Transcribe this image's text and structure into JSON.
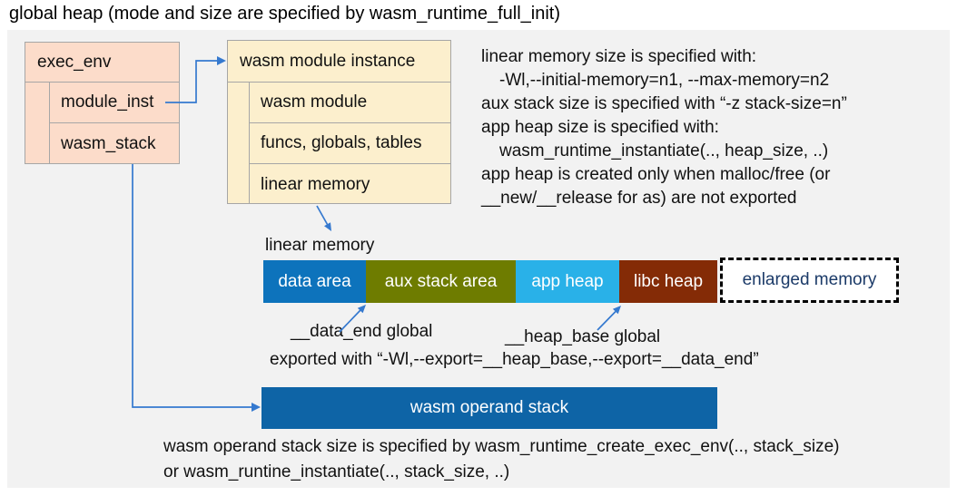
{
  "title": "global heap (mode and size are specified by wasm_runtime_full_init)",
  "exec_env": {
    "header": "exec_env",
    "rows": [
      "module_inst",
      "wasm_stack"
    ]
  },
  "module_instance": {
    "header": "wasm module instance",
    "rows": [
      "wasm module",
      "funcs, globals, tables",
      "linear memory"
    ]
  },
  "notes": {
    "lines": [
      "linear memory size is specified with:",
      "-Wl,--initial-memory=n1, --max-memory=n2",
      "aux stack size is specified with “-z stack-size=n”",
      "app heap size is specified with:",
      "wasm_runtime_instantiate(.., heap_size, ..)",
      "app heap is created only when malloc/free (or",
      "__new/__release for as) are not exported"
    ]
  },
  "linear_memory": {
    "label": "linear memory",
    "segments": [
      {
        "label": "data area",
        "color": "#0d73bc"
      },
      {
        "label": "aux stack area",
        "color": "#6e7c00"
      },
      {
        "label": "app heap",
        "color": "#29b1e8"
      },
      {
        "label": "libc heap",
        "color": "#842b06"
      },
      {
        "label": "enlarged memory",
        "color": "#ffffff",
        "text_color": "#1b3a68",
        "border": "dashed"
      }
    ],
    "annotations": {
      "data_end": "__data_end global",
      "heap_base": "__heap_base global",
      "exported": "exported with “-Wl,--export=__heap_base,--export=__data_end”"
    }
  },
  "operand_stack": {
    "label": "wasm operand stack",
    "notes": [
      "wasm operand stack size is specified by wasm_runtime_create_exec_env(.., stack_size)",
      "or wasm_runtine_instantiate(.., stack_size, ..)"
    ]
  },
  "colors": {
    "panel_background": "#f2f2f2",
    "exec_env_fill": "#fcdcca",
    "module_instance_fill": "#fcefcd",
    "box_border": "#a6a6a6",
    "data_area": "#0d73bc",
    "aux_stack_area": "#6e7c00",
    "app_heap": "#29b1e8",
    "libc_heap": "#842b06",
    "enlarged_memory_text": "#1b3a68",
    "operand_stack": "#0e64a6",
    "connector_blue": "#3579cf"
  }
}
